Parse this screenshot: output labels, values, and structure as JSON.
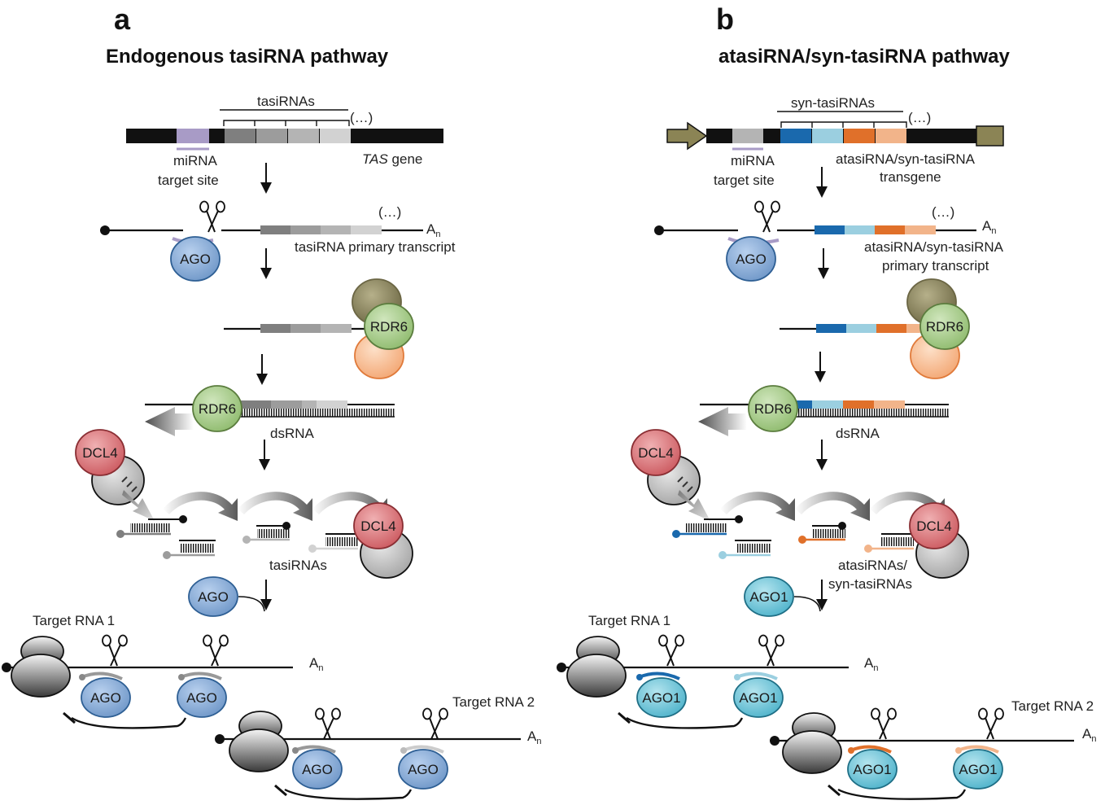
{
  "panel_a": {
    "letter": "a",
    "title": "Endogenous tasiRNA pathway",
    "tasirnas_bracket_label": "tasiRNAs",
    "ellipsis": "(…)",
    "mirna_target_site_label_1": "miRNA",
    "mirna_target_site_label_2": "target site",
    "gene_label_italic": "TAS",
    "gene_label_rest": " gene",
    "primary_transcript_label": "tasiRNA primary transcript",
    "dsrna_label": "dsRNA",
    "products_label": "tasiRNAs",
    "ago_label": "AGO",
    "rdr6_label": "RDR6",
    "dcl4_label": "DCL4",
    "target1_label": "Target RNA 1",
    "target2_label": "Target RNA 2",
    "polya": "A",
    "polya_sub": "n"
  },
  "panel_b": {
    "letter": "b",
    "title": "atasiRNA/syn-tasiRNA pathway",
    "tasirnas_bracket_label": "syn-tasiRNAs",
    "ellipsis": "(…)",
    "mirna_target_site_label_1": "miRNA",
    "mirna_target_site_label_2": "target site",
    "gene_label_1": "atasiRNA/syn-tasiRNA",
    "gene_label_2": "transgene",
    "primary_transcript_label_1": "atasiRNA/syn-tasiRNA",
    "primary_transcript_label_2": "primary transcript",
    "dsrna_label": "dsRNA",
    "products_label_1": "atasiRNAs/",
    "products_label_2": "syn-tasiRNAs",
    "ago_label": "AGO",
    "ago1_label": "AGO1",
    "rdr6_label": "RDR6",
    "dcl4_label": "DCL4",
    "target1_label": "Target RNA 1",
    "target2_label": "Target RNA 2",
    "polya": "A",
    "polya_sub": "n"
  },
  "colors": {
    "mirna_site": "#a89bc6",
    "tasi_1": "#7f7f7f",
    "tasi_2": "#9c9c9c",
    "tasi_3": "#b4b4b4",
    "tasi_4": "#d2d2d2",
    "syn_1": "#1a69ad",
    "syn_2": "#9bcfe0",
    "syn_3": "#e0702a",
    "syn_4": "#f2b48a",
    "ago_fill": "#7ea6d4",
    "ago_stroke": "#2e5f94",
    "ago1_fill": "#6ec3d6",
    "ago1_stroke": "#1f6f86",
    "rdr6_fill": "#a6c98a",
    "rdr6_stroke": "#5b7d3e",
    "dcl4_fill": "#d9777c",
    "dcl4_stroke": "#8a2e33",
    "olive": "#8a8660",
    "olive_dark": "#6b6644",
    "peach": "#f6b78c",
    "peach_stroke": "#e07a3a",
    "promoter": "#8b8455"
  },
  "icons": [
    "scissors-icon",
    "arrow-down-icon",
    "ribosome-icon",
    "promoter-arrow-icon",
    "terminator-box-icon"
  ]
}
